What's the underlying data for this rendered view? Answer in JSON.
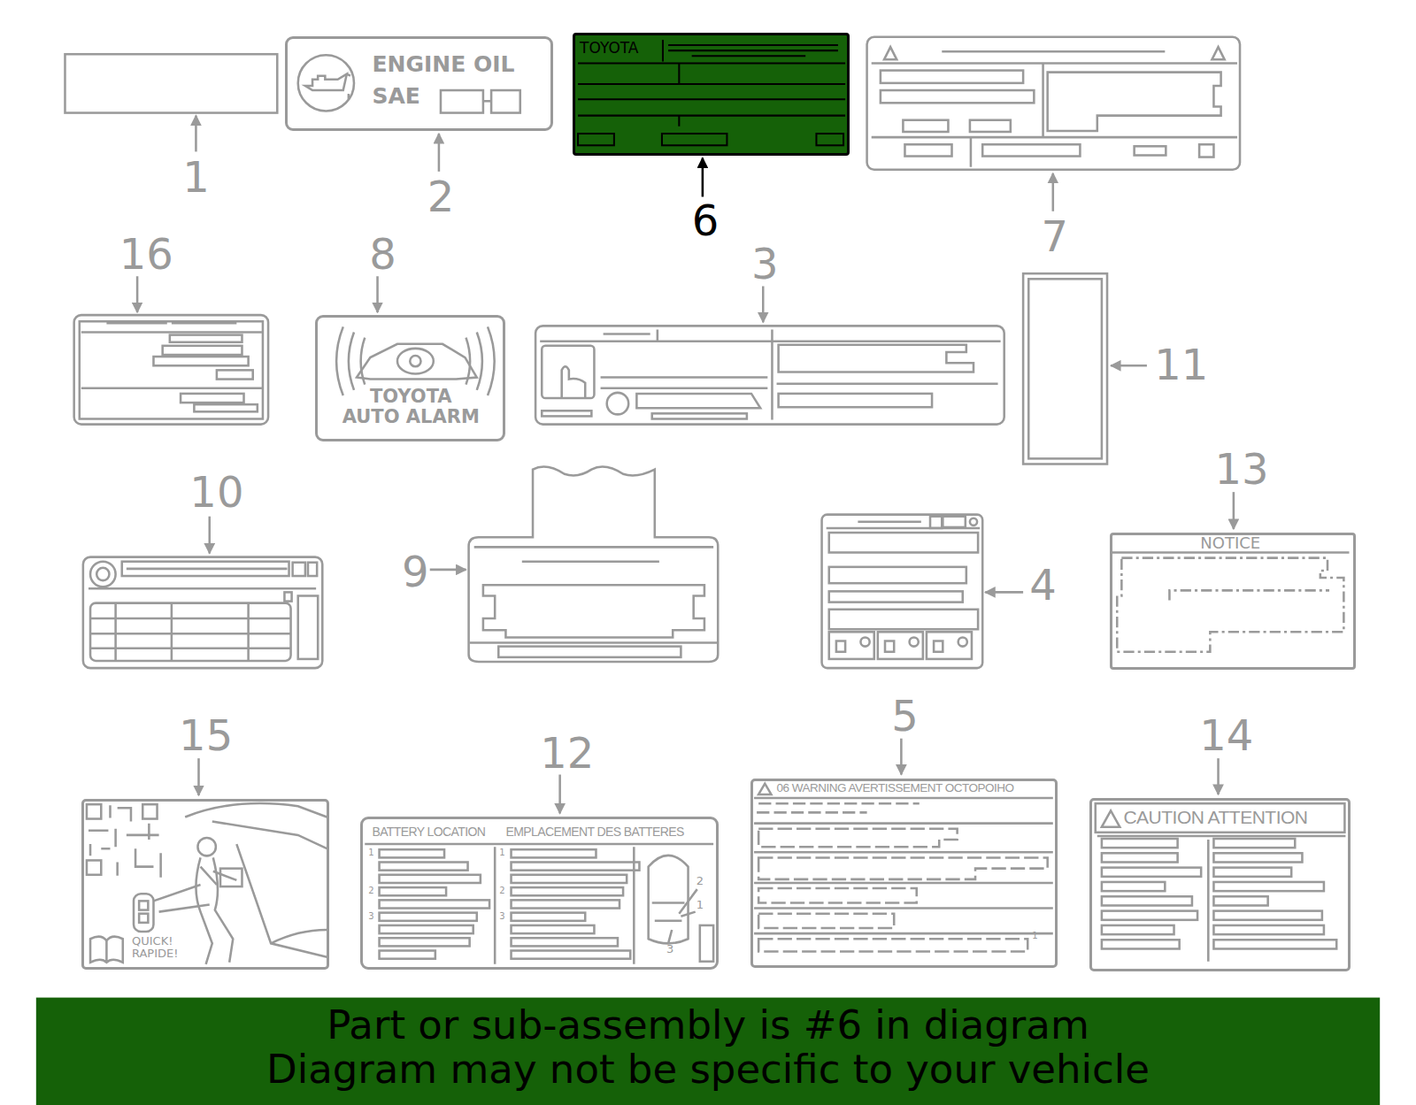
{
  "diagram": {
    "caption": "Part or sub-assembly is #6 in diagram Diagram may not be specific to your vehicle",
    "nodes": [
      {
        "text": [
          "ENGINE OIL",
          "SAE"
        ]
      },
      {
        "text": [
          "TOYOTA"
        ]
      },
      {
        "text": [
          "TOYOTA AUTO ALARM"
        ]
      },
      {
        "text": [
          "NOTICE"
        ]
      },
      {
        "text": [
          "QUICK! RAPIDE!"
        ]
      },
      {
        "text": [
          "BATTERY LOCATION",
          "EMPLACEMENT DES BATTERES",
          "1",
          "2",
          "3",
          "1",
          "2",
          "3",
          "2",
          "1",
          "3"
        ]
      },
      {
        "text": [
          "06 WARNING AVERTISSEMENT OCTOPOIHO",
          "1"
        ]
      },
      {
        "text": [
          "CAUTION ATTENTION"
        ]
      }
    ],
    "labels": [
      "1",
      "2",
      "6",
      "7",
      "16",
      "8",
      "3",
      "11",
      "10",
      "9",
      "4",
      "13",
      "15",
      "12",
      "5",
      "14"
    ]
  }
}
